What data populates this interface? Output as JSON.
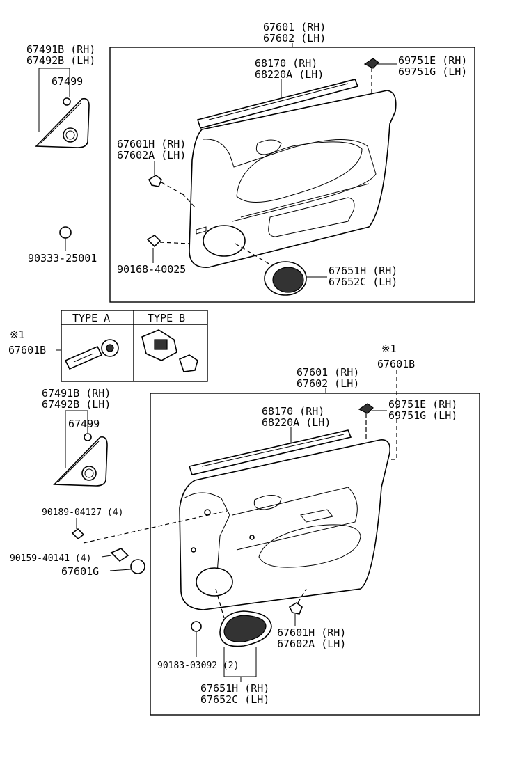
{
  "labels": {
    "top_trim_rh": "67601 (RH)",
    "top_trim_lh": "67602 (LH)",
    "top_mirror_cover_rh": "67491B (RH)",
    "top_mirror_cover_lh": "67492B (LH)",
    "top_screw": "67499",
    "top_weatherstrip_rh": "68170   (RH)",
    "top_weatherstrip_lh": "68220A (LH)",
    "top_clip_rh": "69751E (RH)",
    "top_clip_lh": "69751G (LH)",
    "top_pad_rh": "67601H (RH)",
    "top_pad_lh": "67602A (LH)",
    "top_plug": "90333-25001",
    "top_screw2": "90168-40025",
    "top_speaker_rh": "67651H (RH)",
    "top_speaker_lh": "67652C (LH)",
    "type_a": "TYPE  A",
    "type_b": "TYPE  B",
    "note_mark": "※1",
    "note_part": "67601B",
    "bot_note_mark": "※1",
    "bot_note_part": "67601B",
    "bot_trim_rh": "67601 (RH)",
    "bot_trim_lh": "67602 (LH)",
    "bot_mirror_cover_rh": "67491B (RH)",
    "bot_mirror_cover_lh": "67492B (LH)",
    "bot_screw": "67499",
    "bot_weatherstrip_rh": "68170   (RH)",
    "bot_weatherstrip_lh": "68220A (LH)",
    "bot_clip_rh": "69751E (RH)",
    "bot_clip_lh": "69751G (LH)",
    "bot_screw_a": "90189-04127 (4)",
    "bot_screw_b": "90159-40141 (4)",
    "bot_cap": "67601G",
    "bot_pad_rh": "67601H (RH)",
    "bot_pad_lh": "67602A (LH)",
    "bot_nut": "90183-03092 (2)",
    "bot_speaker_rh": "67651H (RH)",
    "bot_speaker_lh": "67652C (LH)"
  }
}
